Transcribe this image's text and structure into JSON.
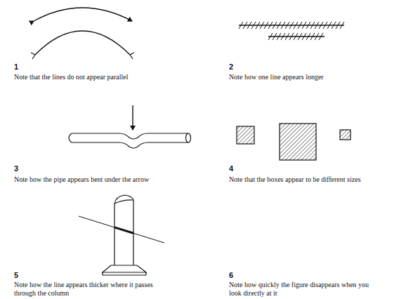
{
  "diagram": {
    "labels": [
      "1",
      "Note that the lines do not appear parallel",
      "2",
      "Note how one line appears longer",
      "3",
      "Note how the pipe appears bent under the arrow",
      "4",
      "Note that the boxes appear to be different sizes",
      "5",
      "Note how the line appears thicker where it passes through the column",
      "6",
      "Note how quickly the figure disappears when you look directly at it"
    ]
  }
}
